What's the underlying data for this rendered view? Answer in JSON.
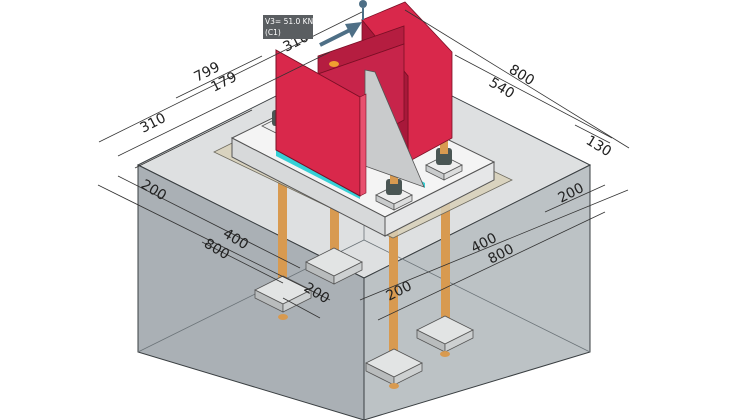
{
  "load_tag": {
    "line1": "V3= 51.0 KN",
    "line2": "(C1)"
  },
  "dims": {
    "d799": "799",
    "d179": "179",
    "d310_left": "310",
    "d310_top": "310",
    "d800_top": "800",
    "d540": "540",
    "d130": "130",
    "d200_left": "200",
    "d400_left": "400",
    "d800_left": "800",
    "d200_anchor_left": "200",
    "d200_right": "200",
    "d400_right": "400",
    "d800_right": "800",
    "d200_anchor_right": "200"
  },
  "colors": {
    "column": "#d9284b",
    "column_dark": "#a8183a",
    "column_light": "#e8506e",
    "plate": "#f2f2f2",
    "grout": "#d8d0b8",
    "concrete": "#9ca3a8",
    "weld": "#35d0d6",
    "anchor": "#d89a50",
    "nut": "#4a5654",
    "washer": "#e6e6e6",
    "stiffener": "#c9cbcc",
    "load_arrow": "#4e6f86"
  },
  "icons": {
    "load_arrow": "load-arrow-icon"
  }
}
